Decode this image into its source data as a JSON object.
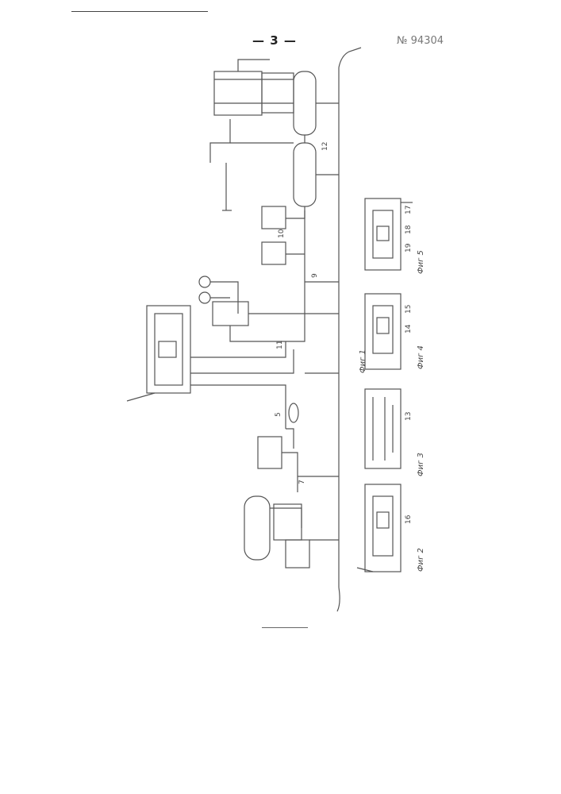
{
  "header": {
    "page_number": "— 3 —",
    "patent_number": "№ 94304"
  },
  "figures": {
    "fig1": "Фиг 1",
    "fig2": "Фиг 2",
    "fig3": "Фиг 3",
    "fig4": "Фиг 4",
    "fig5": "Фиг 5"
  },
  "labels": {
    "l5": "5",
    "l7": "7",
    "l9": "9",
    "l10": "10",
    "l11": "11",
    "l12": "12",
    "l13": "13",
    "l14": "14",
    "l15": "15",
    "l16": "16",
    "l17": "17",
    "l18": "18",
    "l19": "19"
  }
}
